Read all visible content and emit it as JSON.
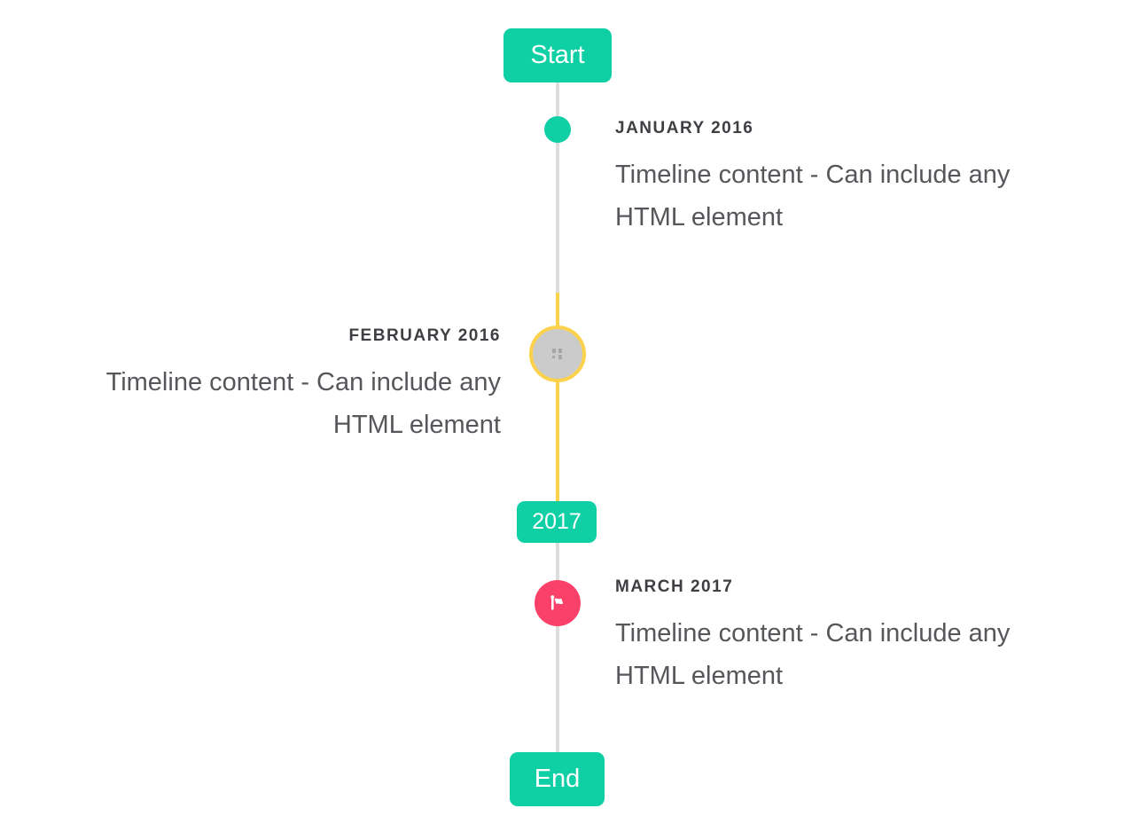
{
  "timeline": {
    "start_label": "Start",
    "end_label": "End",
    "year_badge": "2017",
    "entries": [
      {
        "title": "JANUARY 2016",
        "content": "Timeline content - Can include any HTML element",
        "side": "right",
        "marker": "teal-dot"
      },
      {
        "title": "FEBRUARY 2016",
        "content": "Timeline content - Can include any HTML element",
        "side": "left",
        "marker": "broken-image-placeholder-circle"
      },
      {
        "title": "MARCH 2017",
        "content": "Timeline content - Can include any HTML element",
        "side": "right",
        "marker": "flag-circle"
      }
    ],
    "icons": {
      "flag": "flag-icon",
      "broken_image": "broken-image-icon"
    },
    "colors": {
      "accent_teal": "#0fcfa4",
      "highlight_yellow": "#fcd24c",
      "marker_pink": "#fb4169",
      "line_gray": "#dddddd",
      "placeholder_gray": "#cbcbcb",
      "title_text": "#3e3f43",
      "content_text": "#55575b",
      "badge_text": "#ffffff",
      "background": "#ffffff"
    }
  }
}
